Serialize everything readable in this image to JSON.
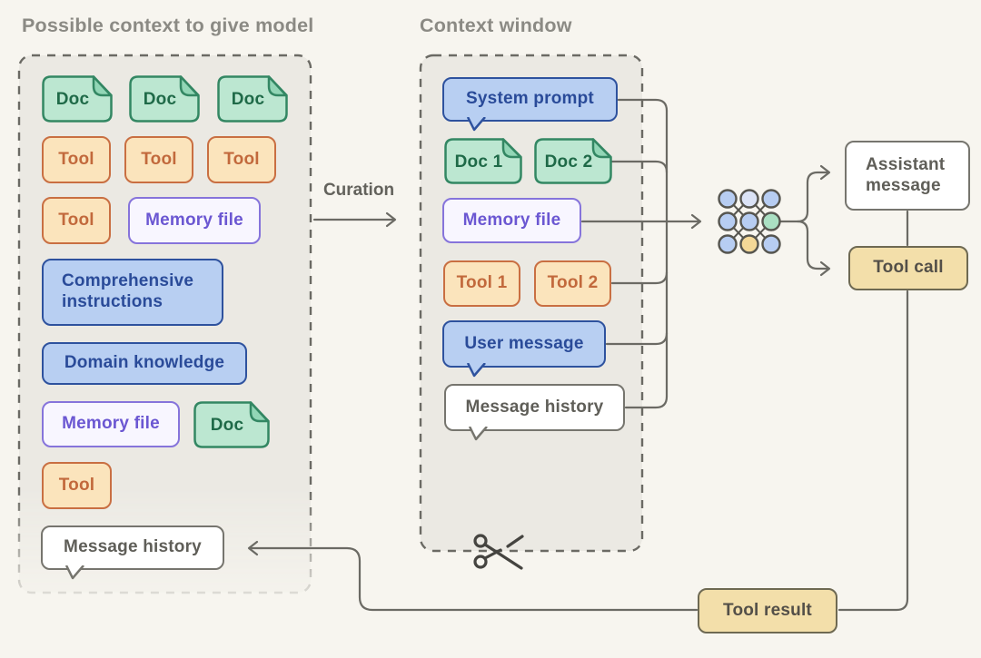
{
  "left_panel": {
    "title": "Possible context to give model",
    "docs": [
      "Doc",
      "Doc",
      "Doc"
    ],
    "tools_top": [
      "Tool",
      "Tool",
      "Tool"
    ],
    "tool_mid": "Tool",
    "memory_file_top": "Memory file",
    "comprehensive_instructions": "Comprehensive instructions",
    "domain_knowledge": "Domain knowledge",
    "memory_file_bottom": "Memory file",
    "doc_bottom": "Doc",
    "tool_bottom": "Tool",
    "message_history": "Message history"
  },
  "curation": {
    "label": "Curation"
  },
  "context_window": {
    "title": "Context window",
    "system_prompt": "System prompt",
    "docs": [
      "Doc 1",
      "Doc 2"
    ],
    "memory_file": "Memory file",
    "tools": [
      "Tool 1",
      "Tool 2"
    ],
    "user_message": "User message",
    "message_history": "Message history"
  },
  "outputs": {
    "assistant_message": "Assistant message",
    "tool_call": "Tool call",
    "tool_result": "Tool result"
  },
  "icons": {
    "model": "neural-network-icon",
    "truncation": "scissors-icon"
  },
  "colors": {
    "background": "#f7f5ef",
    "panel_fill": "#ebe9e3",
    "dashed_border": "#6b6a64",
    "wire": "#6b6a64",
    "doc_fill": "#bce7d1",
    "doc_border": "#338763",
    "doc_text": "#1f6a48",
    "doc_fold": "#92d6b6",
    "tool_fill": "#fbe4bc",
    "tool_border": "#c96f42",
    "tool_text": "#c2693c",
    "memory_fill": "#f8f6ff",
    "memory_border": "#8674db",
    "memory_text": "#6b57d2",
    "blue_fill": "#b8cff2",
    "blue_border": "#2e529e",
    "blue_text": "#2a4b99",
    "bubble_white_fill": "#ffffff",
    "bubble_white_border": "#76756e",
    "bubble_white_text": "#5f5e58",
    "tan_fill": "#f3dfaa",
    "tan_border": "#6e6952",
    "tan_text": "#534f48",
    "nn_node_blue": "#b7cdf2",
    "nn_node_light": "#dbe3f6",
    "nn_node_green": "#abe0c3",
    "nn_node_yellow": "#f4d897",
    "title_text": "#8b8a84"
  }
}
